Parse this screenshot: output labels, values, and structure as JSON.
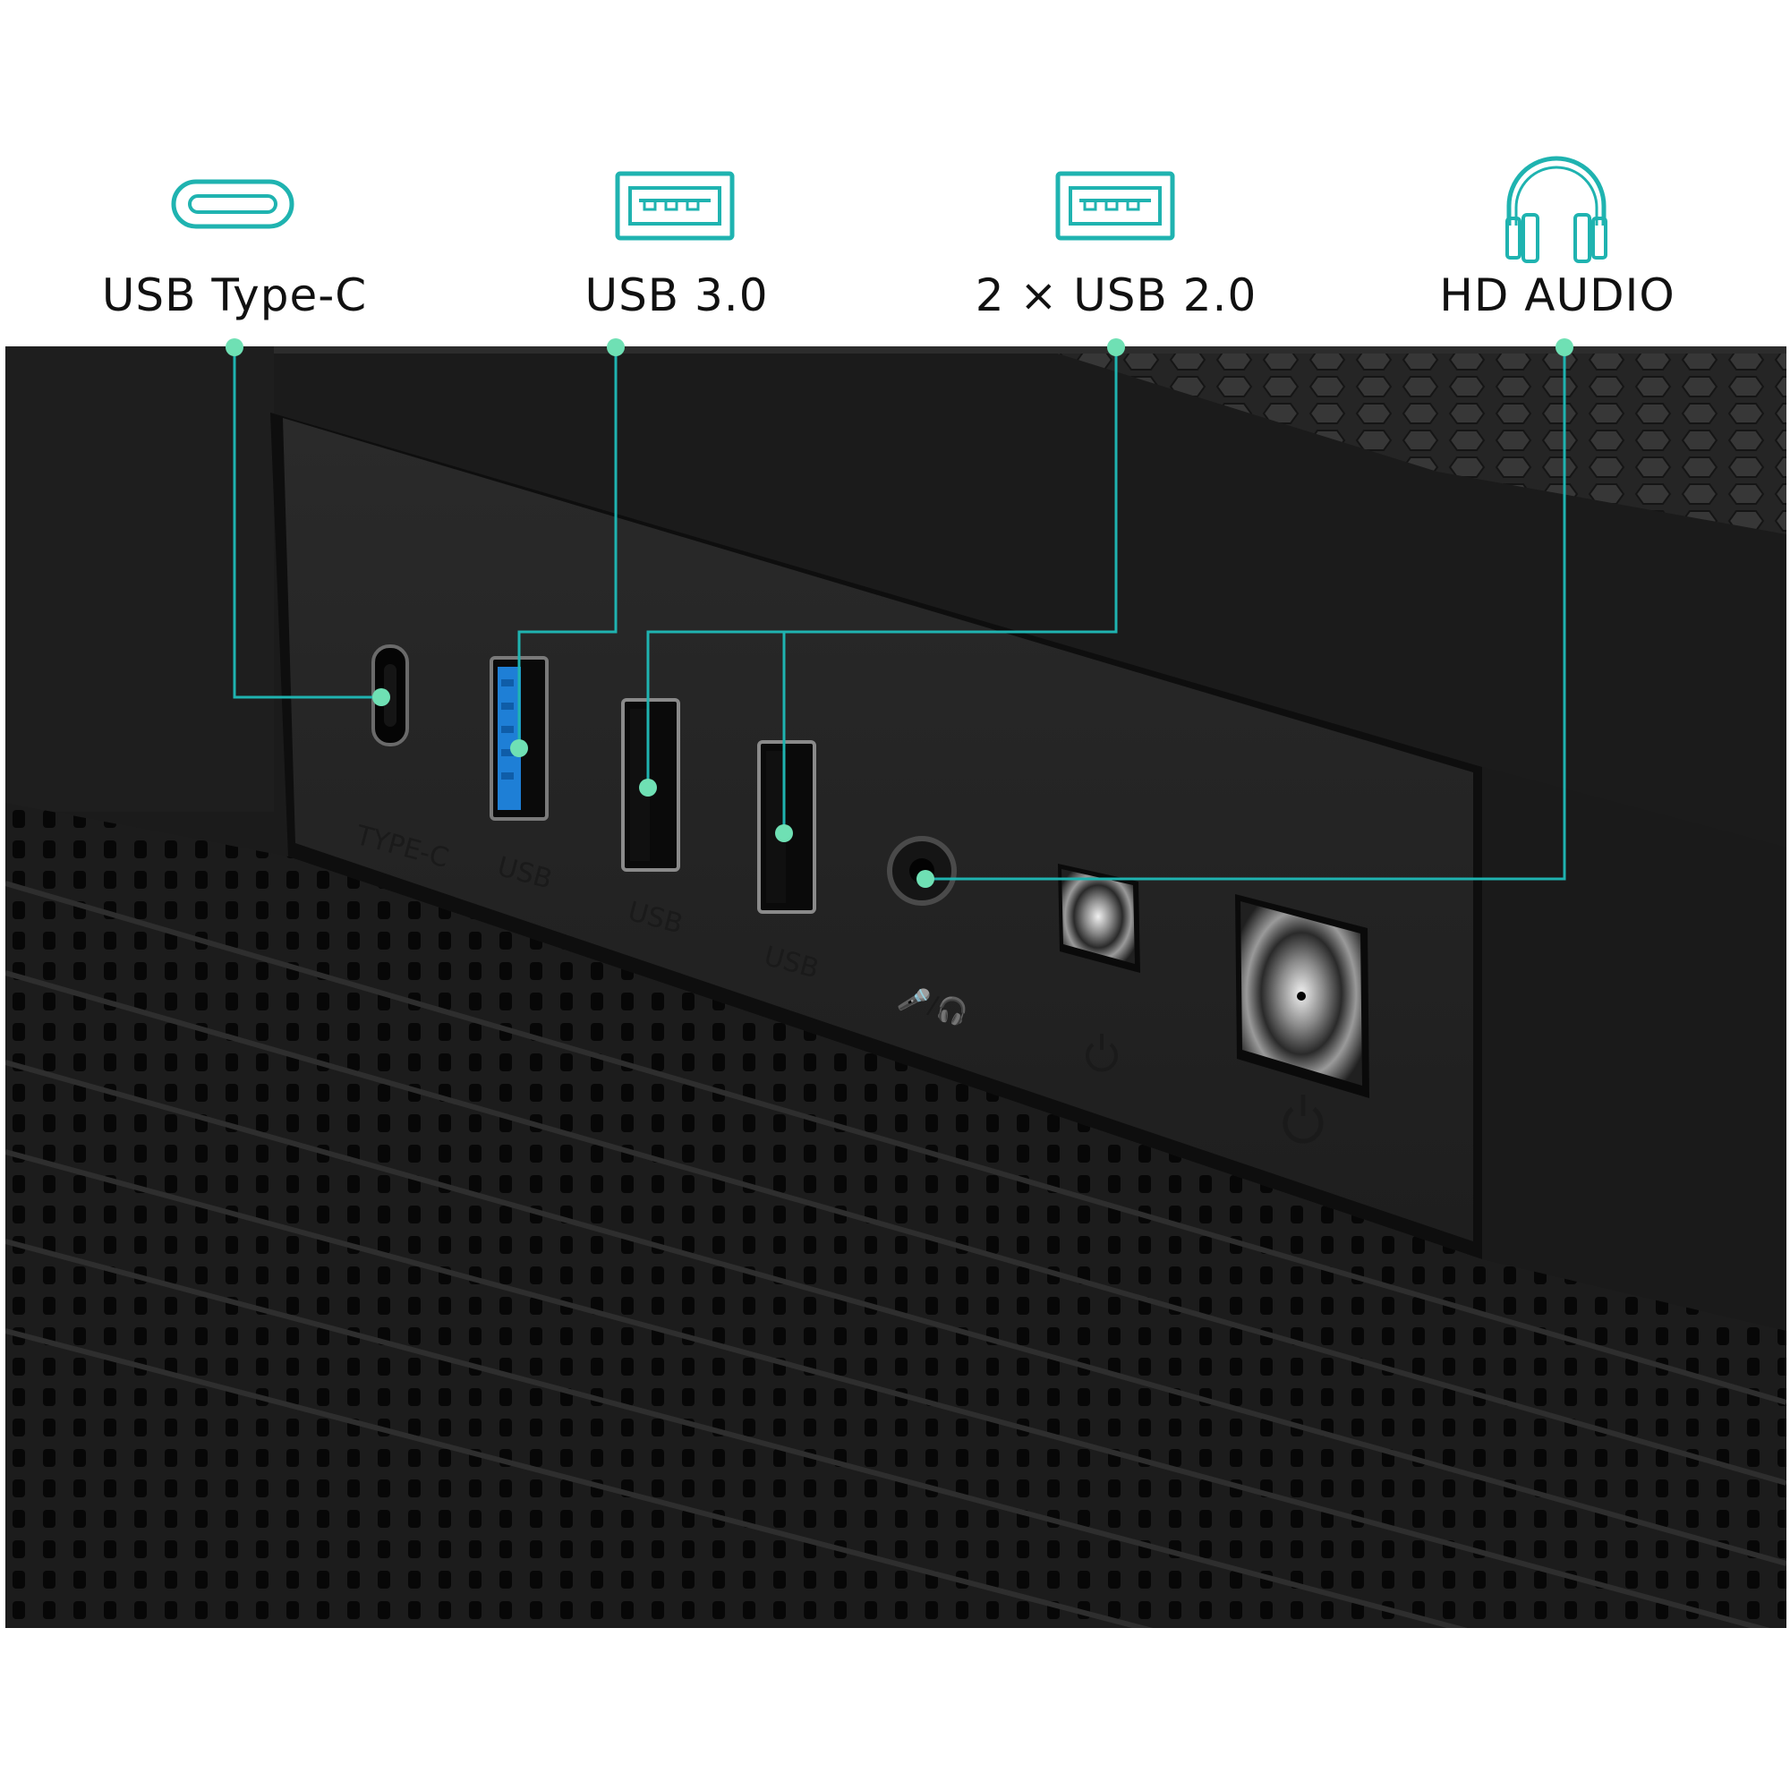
{
  "features": [
    {
      "id": "typec",
      "label": "USB Type-C",
      "icon": "usb-type-c-port-icon"
    },
    {
      "id": "usb3",
      "label": "USB 3.0",
      "icon": "usb-a-port-icon"
    },
    {
      "id": "usb2",
      "label": "2 × USB 2.0",
      "icon": "usb-a-port-icon"
    },
    {
      "id": "audio",
      "label": "HD AUDIO",
      "icon": "headphones-icon"
    }
  ],
  "panel_markings": {
    "typec": "TYPE-C",
    "usb_a": "USB",
    "usb_b": "USB",
    "usb_c": "USB",
    "audio": "🎤/🎧"
  },
  "colors": {
    "accent": "#1fb3b0",
    "callout_dot": "#6fe0b4",
    "usb3_blue": "#1e7fd6",
    "case_black": "#1a1a1a",
    "label_text": "#111111"
  }
}
